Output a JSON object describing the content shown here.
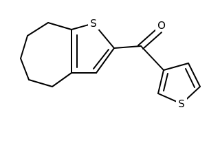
{
  "molecule": {
    "atoms": {
      "s_thiophene_fused": "S",
      "o_carbonyl": "O",
      "s_thiophene_terminal": "S"
    }
  },
  "colors": {
    "background": "#ffffff",
    "bond": "#000000",
    "label": "#000000"
  }
}
